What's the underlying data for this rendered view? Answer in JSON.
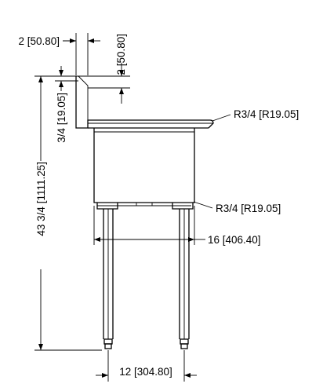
{
  "drawing": {
    "dimensions": {
      "top_width": "2 [50.80]",
      "backsplash_height": "2 [50.80]",
      "rim_offset": "3/4 [19.05]",
      "overall_height": "43 3/4 [1111.25]",
      "rim_radius": "R3/4 [R19.05]",
      "bowl_radius": "R3/4 [R19.05]",
      "bowl_width": "16 [406.40]",
      "leg_spacing": "12 [304.80]"
    },
    "line_color": "#000000",
    "background_color": "#ffffff"
  }
}
